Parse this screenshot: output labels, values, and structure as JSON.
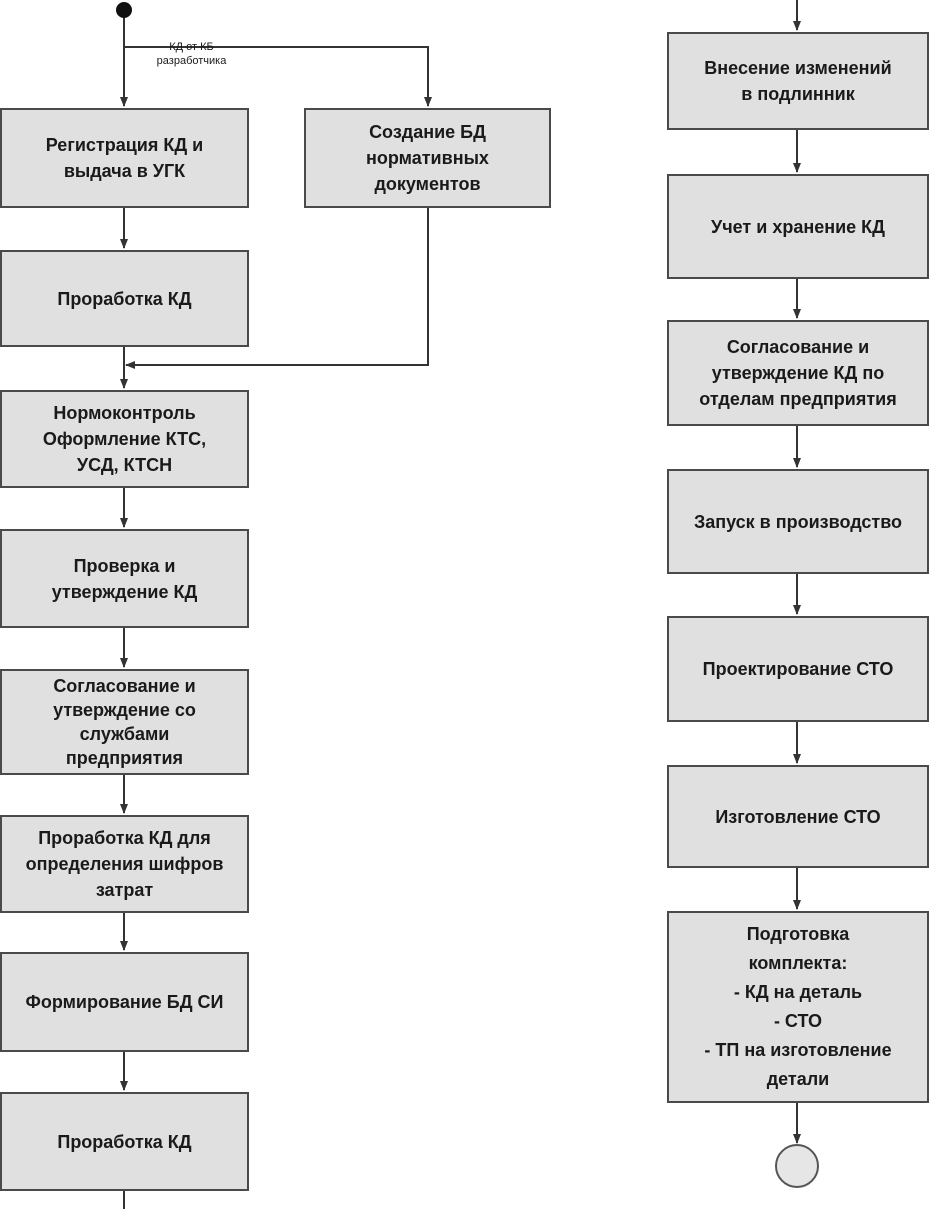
{
  "diagram": {
    "input_note": "КД от КБ\nразработчика",
    "left_column": [
      {
        "id": "registration",
        "label": "Регистрация КД и\nвыдача в УГК"
      },
      {
        "id": "study1",
        "label": "Проработка КД"
      },
      {
        "id": "normcontrol",
        "label": "Нормоконтроль\nОформление КТС,\nУСД, КТСН"
      },
      {
        "id": "check",
        "label": "Проверка и\nутверждение КД"
      },
      {
        "id": "agree-services",
        "label": "Согласование и\nутверждение со\nслужбами\nпредприятия"
      },
      {
        "id": "study-costs",
        "label": "Проработка КД для\nопределения шифров\nзатрат"
      },
      {
        "id": "form-db",
        "label": "Формирование БД СИ"
      },
      {
        "id": "study2",
        "label": "Проработка КД"
      }
    ],
    "side_box": {
      "id": "create-db",
      "label": "Создание БД\nнормативных\nдокументов"
    },
    "right_column": [
      {
        "id": "changes",
        "label": "Внесение изменений\nв подлинник"
      },
      {
        "id": "storage",
        "label": "Учет и хранение КД"
      },
      {
        "id": "agree-depts",
        "label": "Согласование и\nутверждение КД по\nотделам предприятия"
      },
      {
        "id": "launch",
        "label": "Запуск в производство"
      },
      {
        "id": "design-sto",
        "label": "Проектирование СТО"
      },
      {
        "id": "make-sto",
        "label": "Изготовление СТО"
      },
      {
        "id": "kit",
        "label": "Подготовка\nкомплекта:\n- КД на деталь\n- СТО\n- ТП на изготовление\nдетали"
      }
    ]
  },
  "colors": {
    "box_fill": "#e0e0e0",
    "box_border": "#4a4a4a",
    "line": "#333333",
    "end_fill": "#e6e6e6"
  }
}
